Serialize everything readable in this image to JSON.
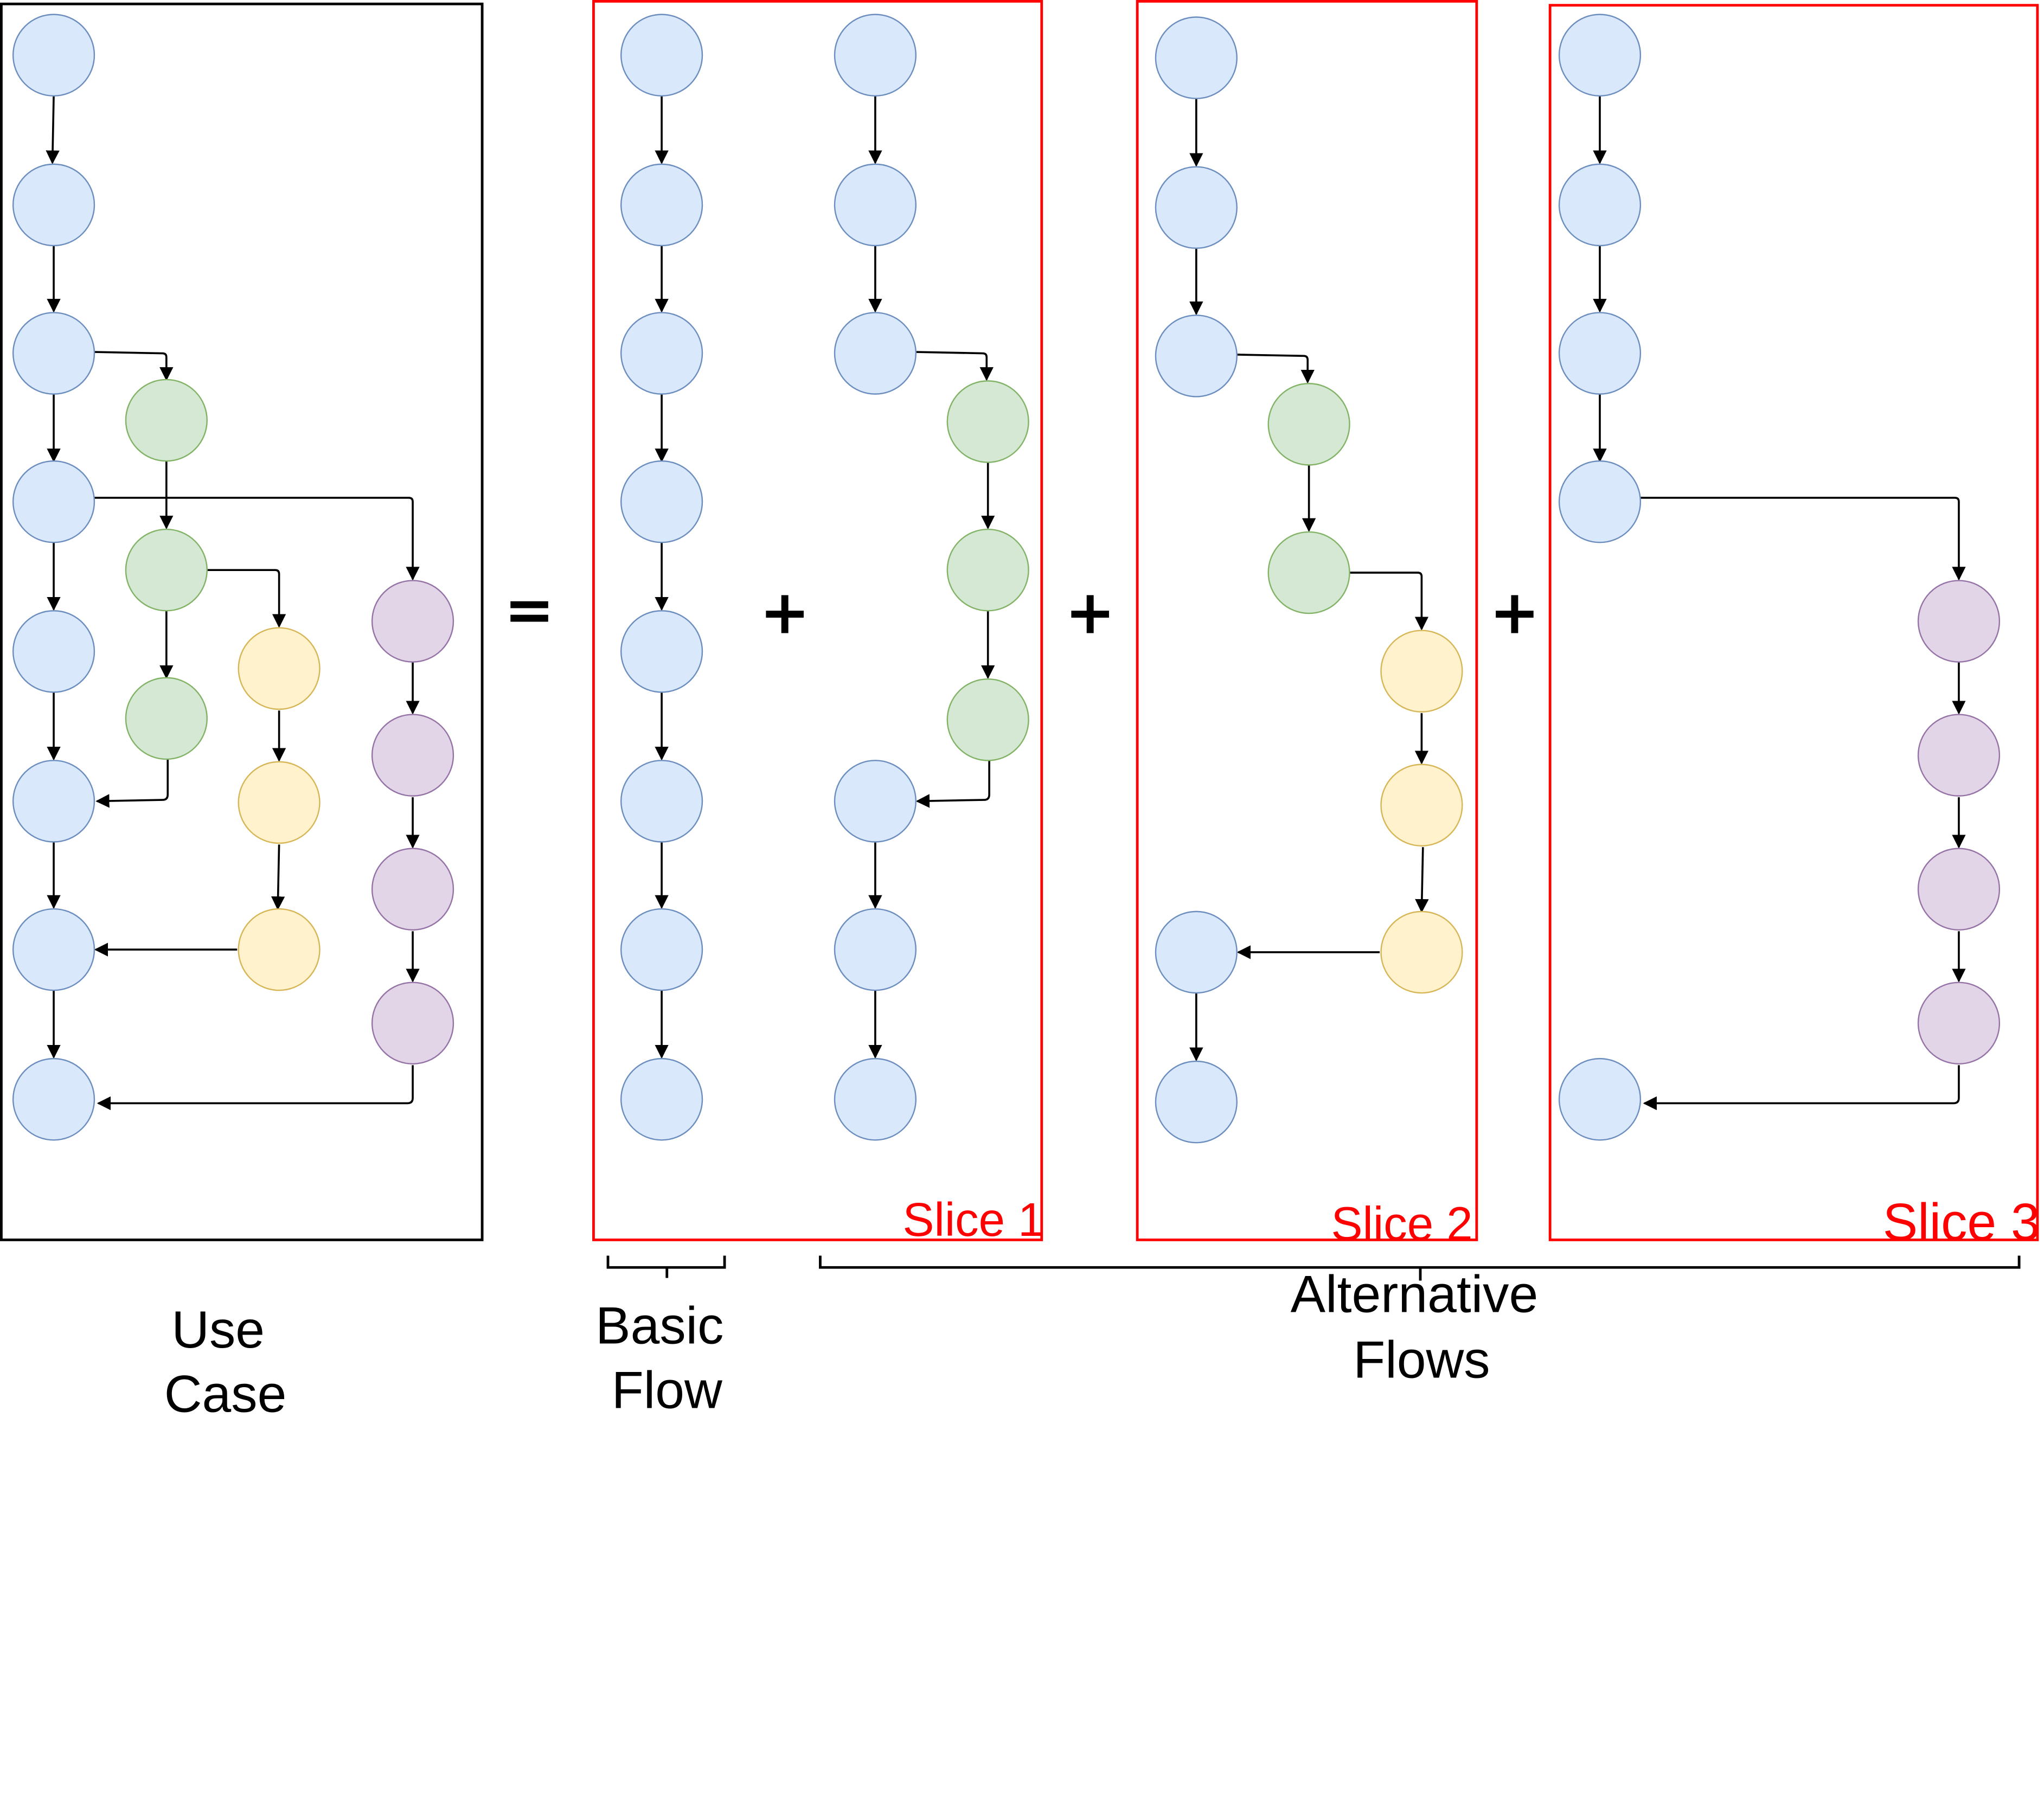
{
  "labels": {
    "use_case_line1": "Use",
    "use_case_line2": "Case",
    "equals": "=",
    "plus": "+",
    "slice1": "Slice 1",
    "slice2": "Slice 2",
    "slice3": "Slice 3",
    "basic_flow_line1": "Basic",
    "basic_flow_line2": "Flow",
    "alt_flows_line1": "Alternative",
    "alt_flows_line2": "Flows"
  },
  "colors": {
    "blue_fill": "#dae8fc",
    "blue_stroke": "#6c8ebf",
    "green_fill": "#d5e8d4",
    "green_stroke": "#82b366",
    "yellow_fill": "#fff2cc",
    "yellow_stroke": "#d6b656",
    "purple_fill": "#e1d5e7",
    "purple_stroke": "#9673a6",
    "slice_red": "#ff0000",
    "frame_black": "#000000"
  }
}
